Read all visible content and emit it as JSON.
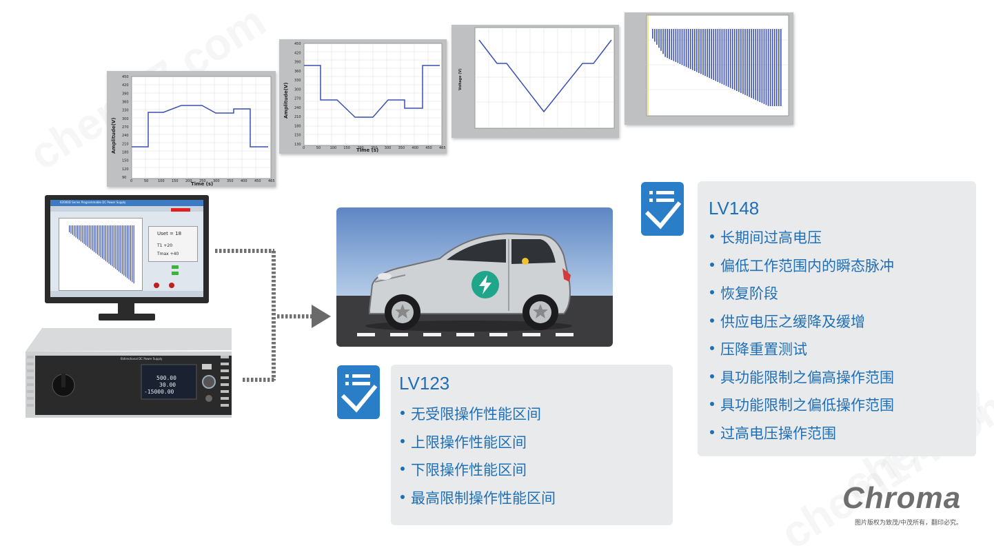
{
  "watermark": {
    "text": "chem17.com"
  },
  "plots": {
    "p1": {
      "ylabel": "Amplitude(V)",
      "xlabel": "Time (s)",
      "yticks": [
        "450",
        "420",
        "390",
        "360",
        "330",
        "300",
        "270",
        "240",
        "210",
        "180",
        "150",
        "120",
        "90"
      ],
      "xticks": [
        "0",
        "50",
        "100",
        "150",
        "200",
        "250",
        "300",
        "350",
        "400",
        "450",
        "465"
      ]
    },
    "p2": {
      "ylabel": "Amplitude(V)",
      "xlabel": "Time (s)",
      "yticks": [
        "450",
        "420",
        "390",
        "360",
        "330",
        "300",
        "270",
        "240",
        "210",
        "180",
        "150",
        "130"
      ],
      "xticks": [
        "0",
        "50",
        "100",
        "150",
        "200",
        "250",
        "300",
        "350",
        "400",
        "450",
        "465"
      ]
    }
  },
  "cards": {
    "lv123": {
      "title": "LV123",
      "items": [
        "无受限操作性能区间",
        "上限操作性能区间",
        "下限操作性能区间",
        "最高限制操作性能区间"
      ]
    },
    "lv148": {
      "title": "LV148",
      "items": [
        "长期间过高电压",
        "偏低工作范围内的瞬态脉冲",
        "恢复阶段",
        "供应电压之缓降及缓增",
        "压降重置测试",
        "具功能限制之偏高操作范围",
        "具功能限制之偏低操作范围",
        "过高电压操作范围"
      ]
    }
  },
  "device": {
    "readings": [
      "500.00",
      "30.00",
      "-15000.00"
    ],
    "panel_title": "Bidirectional DC Power Supply"
  },
  "monitor": {
    "screen_title": "62000D Series Programmable DC Power Supply",
    "reading_u": "Uset = 18",
    "reading_t1": "T1 +20",
    "reading_t2": "Tmax +40"
  },
  "brand": {
    "logo": "Chroma",
    "copyright": "图片版权为致茂/中茂所有，翻印必究。"
  },
  "colors": {
    "accent": "#1f6fb7",
    "icon_bg": "#2a7ec8",
    "plot_line": "#3a4fb0",
    "car_body": "#cfd2d4",
    "charge_badge": "#1fa58a"
  }
}
